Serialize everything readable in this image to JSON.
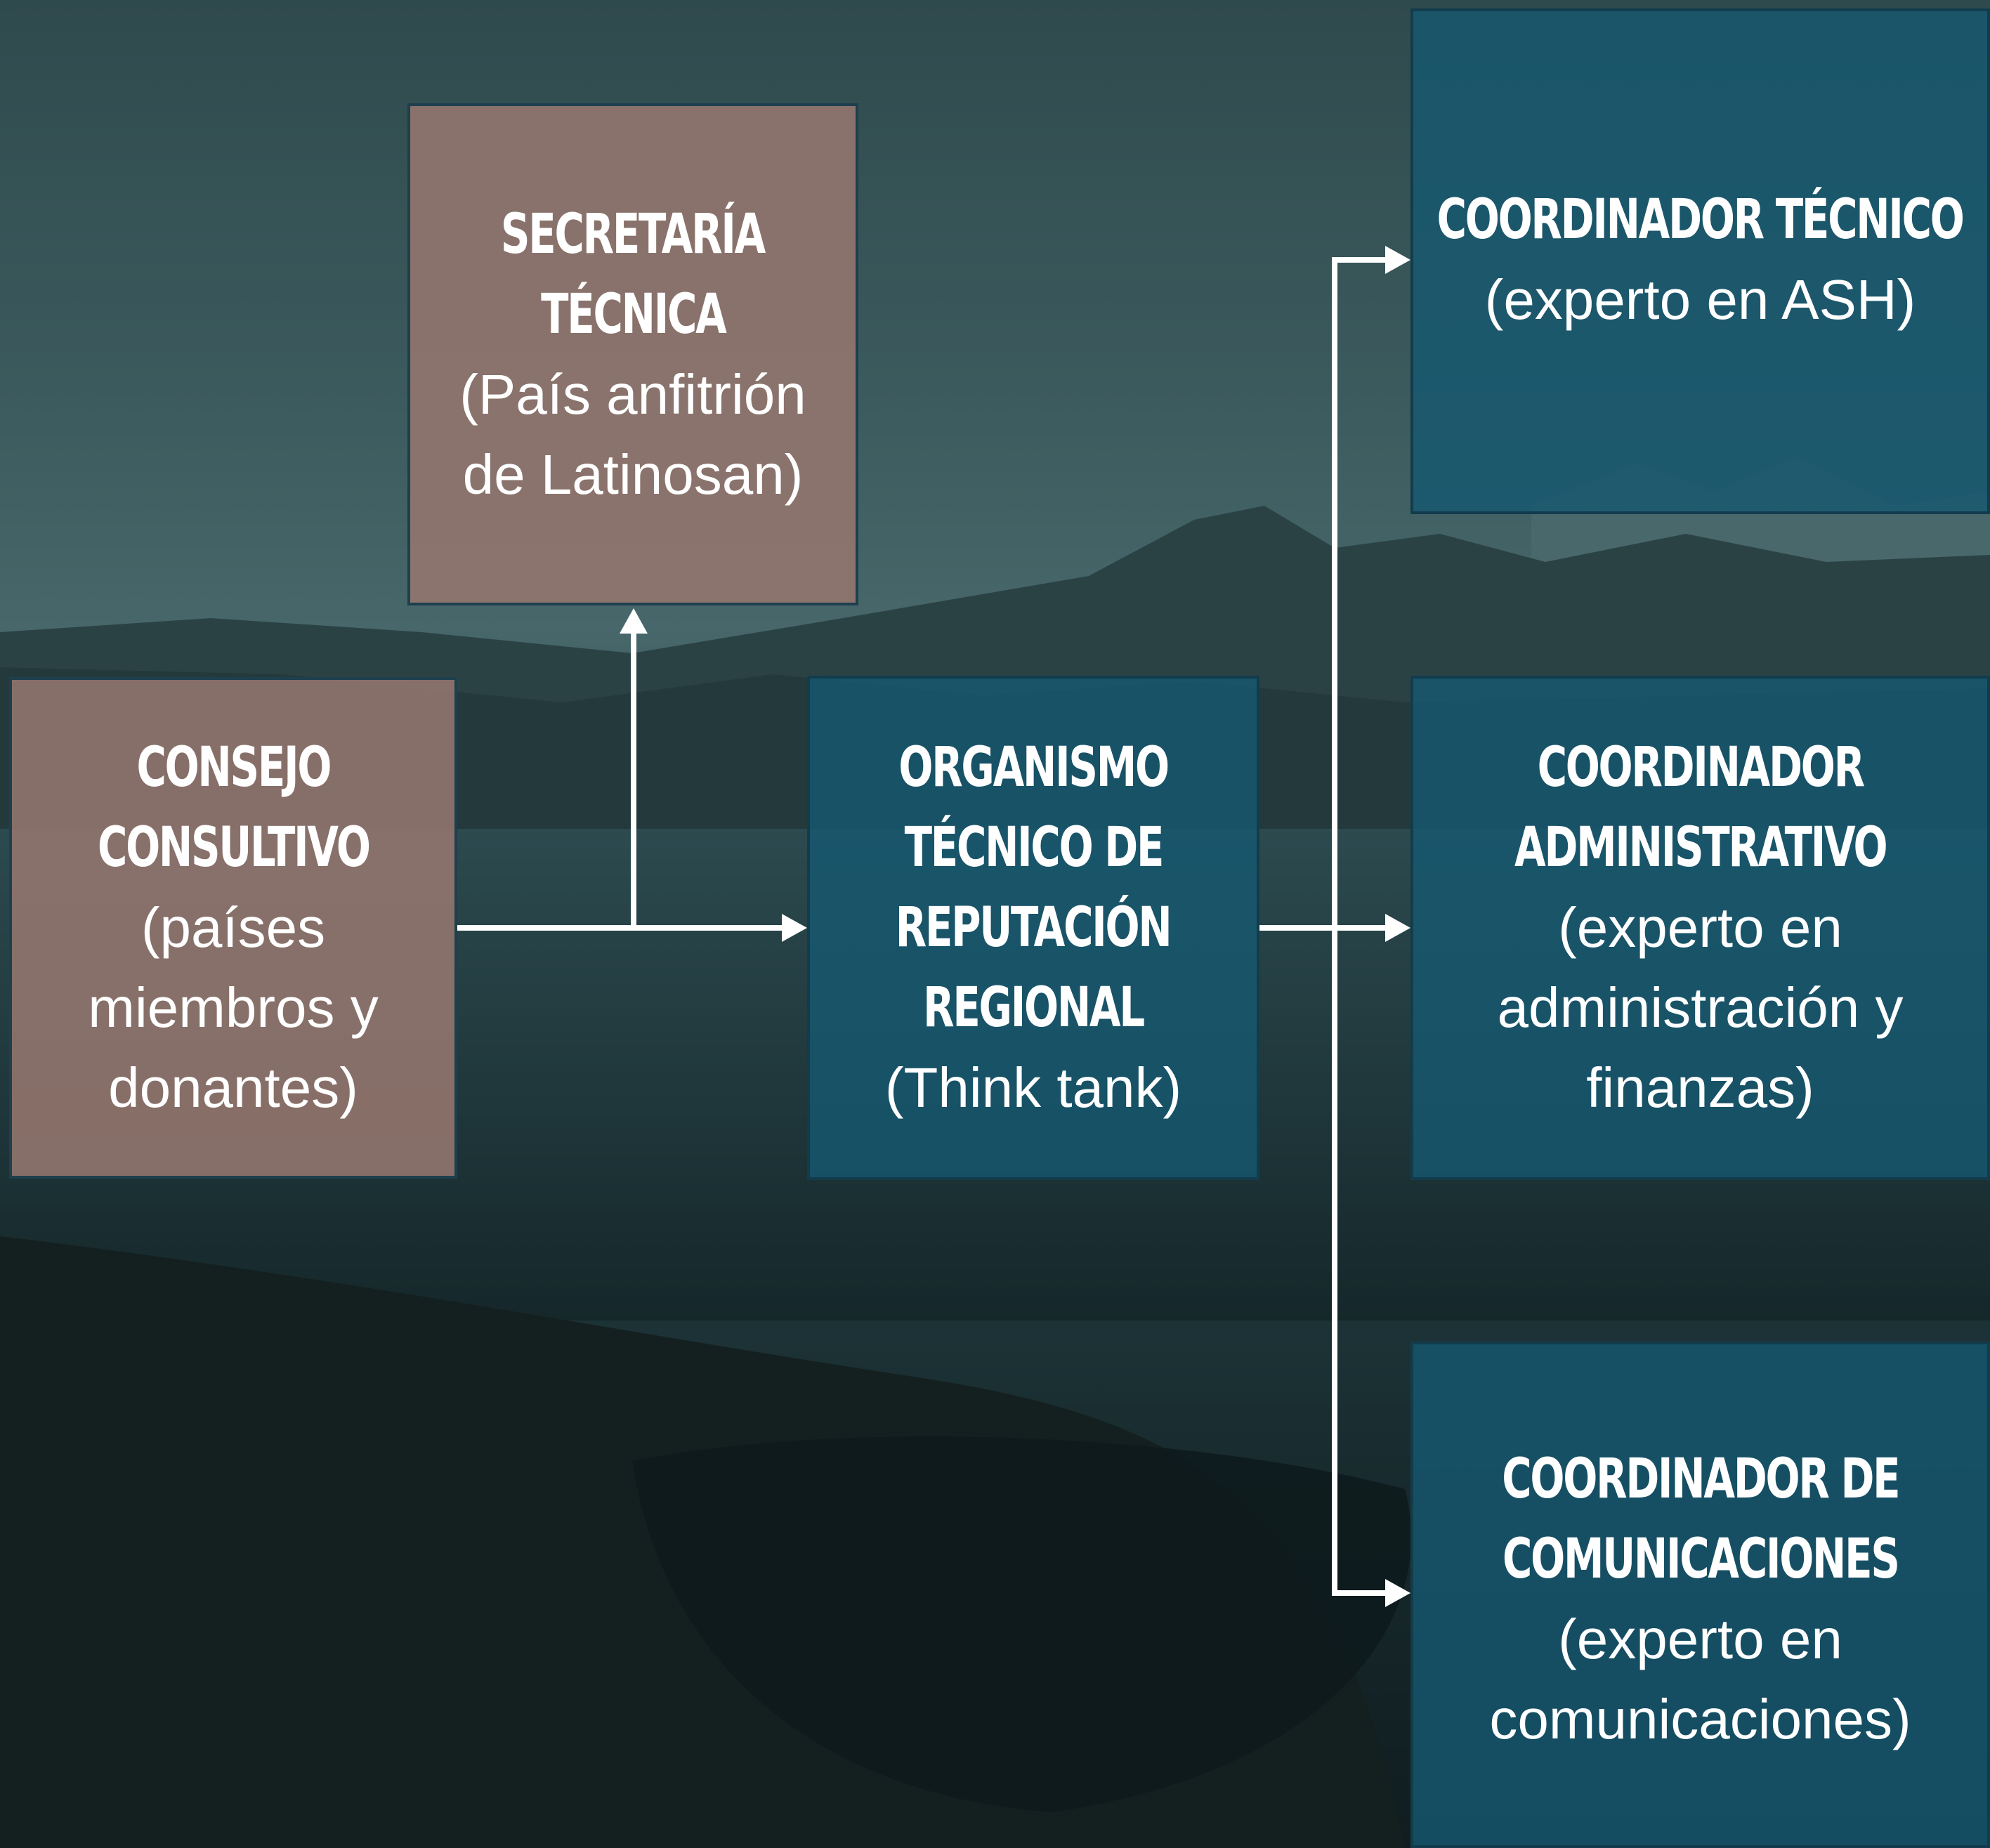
{
  "boxes": {
    "consejo": {
      "title": [
        "CONSEJO",
        "CONSULTIVO"
      ],
      "sub": [
        "(países",
        "miembros y",
        "donantes)"
      ]
    },
    "secretaria": {
      "title": [
        "SECRETARÍA",
        "TÉCNICA"
      ],
      "sub": [
        "(País anfitrión",
        "de Latinosan)"
      ]
    },
    "organismo": {
      "title": [
        "ORGANISMO",
        "TÉCNICO DE",
        "REPUTACIÓN",
        "REGIONAL"
      ],
      "sub": [
        "(Think tank)"
      ]
    },
    "coord_tecnico": {
      "title": [
        "COORDINADOR TÉCNICO"
      ],
      "sub": [
        "(experto en ASH)"
      ]
    },
    "coord_admin": {
      "title": [
        "COORDINADOR",
        "ADMINISTRATIVO"
      ],
      "sub": [
        "(experto en",
        "administración y",
        "finanzas)"
      ]
    },
    "coord_com": {
      "title": [
        "COORDINADOR DE",
        "COMUNICACIONES"
      ],
      "sub": [
        "(experto en",
        "comunicaciones)"
      ]
    }
  },
  "colors": {
    "brown_box": "#92766e",
    "blue_box": "#165870",
    "arrow": "#ffffff"
  }
}
